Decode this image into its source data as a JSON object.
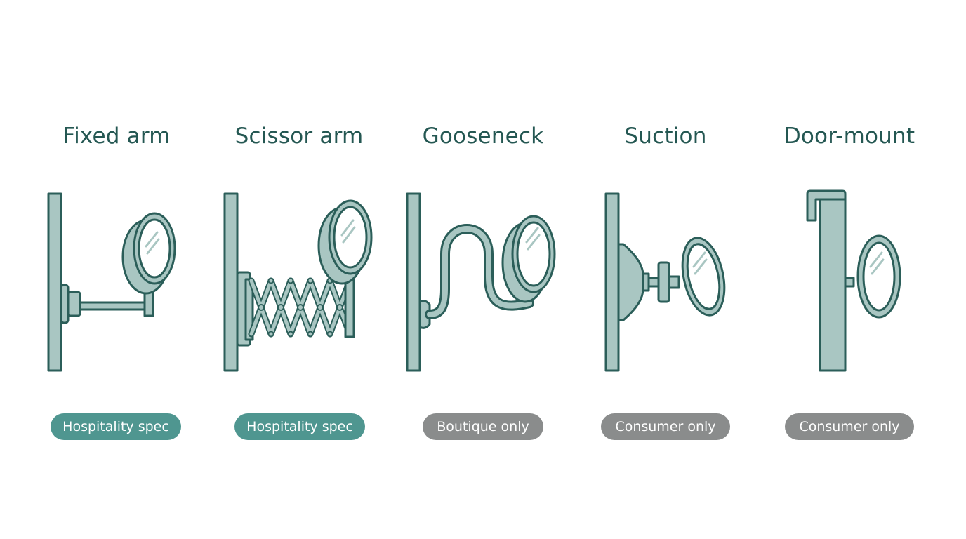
{
  "colors": {
    "title": "#245752",
    "stroke": "#2b5e59",
    "fill": "#a9c6c2",
    "lens": "#ffffff",
    "badge_spec": "#4f9690",
    "badge_plain": "#8a8c8c"
  },
  "mounts": [
    {
      "title": "Fixed arm",
      "badge": "Hospitality spec",
      "badge_kind": "spec",
      "icon": "fixed-arm-mirror-icon"
    },
    {
      "title": "Scissor arm",
      "badge": "Hospitality spec",
      "badge_kind": "spec",
      "icon": "scissor-arm-mirror-icon"
    },
    {
      "title": "Gooseneck",
      "badge": "Boutique only",
      "badge_kind": "plain",
      "icon": "gooseneck-mirror-icon"
    },
    {
      "title": "Suction",
      "badge": "Consumer only",
      "badge_kind": "plain",
      "icon": "suction-mirror-icon"
    },
    {
      "title": "Door-mount",
      "badge": "Consumer only",
      "badge_kind": "plain",
      "icon": "door-mount-mirror-icon"
    }
  ]
}
